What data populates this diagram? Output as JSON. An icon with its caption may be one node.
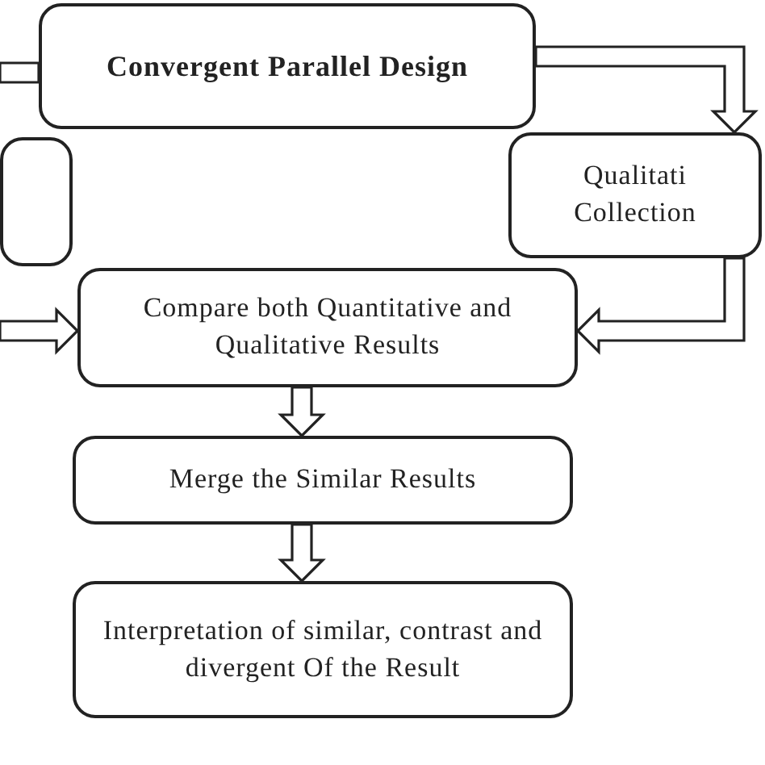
{
  "diagram": {
    "nodes": [
      {
        "text": [
          "Convergent Parallel Design"
        ]
      },
      {
        "text": [],
        "shape": "box"
      },
      {
        "text": [
          "Qualitati Collection"
        ]
      },
      {
        "text": [
          "Compare both Quantitative and Qualitative Results"
        ]
      },
      {
        "text": [
          "Merge the Similar Results"
        ]
      },
      {
        "text": [
          "Interpretation of similar, contrast and divergent Of the Result"
        ]
      }
    ],
    "edges": [
      {
        "from": 0,
        "to": null,
        "arrow": "none"
      },
      {
        "from": 0,
        "to": 2,
        "arrow": "to"
      },
      {
        "from": null,
        "to": 3,
        "arrow": "to"
      },
      {
        "from": 2,
        "to": 3,
        "arrow": "to"
      },
      {
        "from": 3,
        "to": 4,
        "arrow": "to"
      },
      {
        "from": 4,
        "to": 5,
        "arrow": "to"
      }
    ]
  }
}
